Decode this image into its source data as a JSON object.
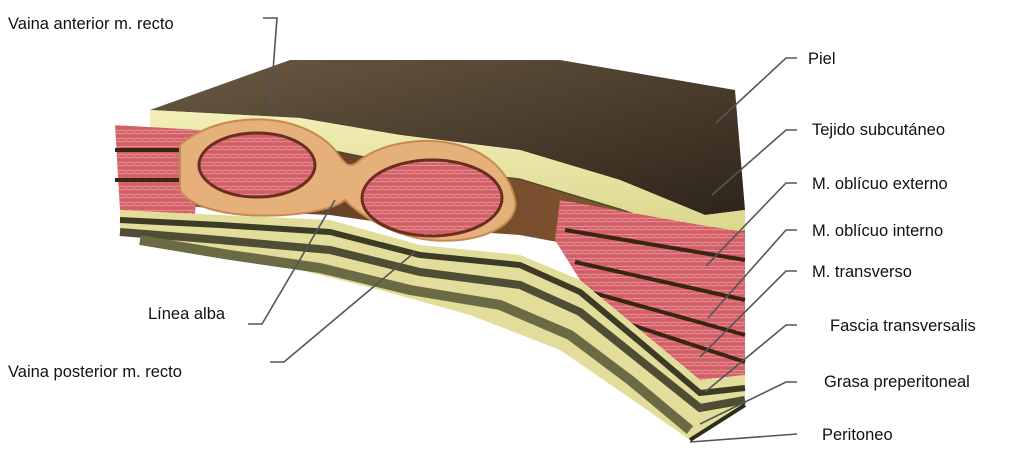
{
  "labels": {
    "vaina_anterior": "Vaina anterior m. recto",
    "linea_alba": "Línea alba",
    "vaina_posterior": "Vaina posterior m. recto",
    "piel": "Piel",
    "tejido_subcutaneo": "Tejido subcutáneo",
    "oblicuo_externo": "M. oblícuo externo",
    "oblicuo_interno": "M. oblícuo interno",
    "transverso": "M. transverso",
    "fascia_transversalis": "Fascia transversalis",
    "grasa_preperitoneal": "Grasa preperitoneal",
    "peritoneo": "Peritoneo"
  },
  "colors": {
    "skin": "#4a3b2c",
    "subcutaneous": "#e9e6a6",
    "sheath": "#e8b27a",
    "muscle": "#c8505a",
    "muscle_dark": "#3a2416",
    "fascia": "#5b5a3c",
    "leader": "#555555"
  }
}
